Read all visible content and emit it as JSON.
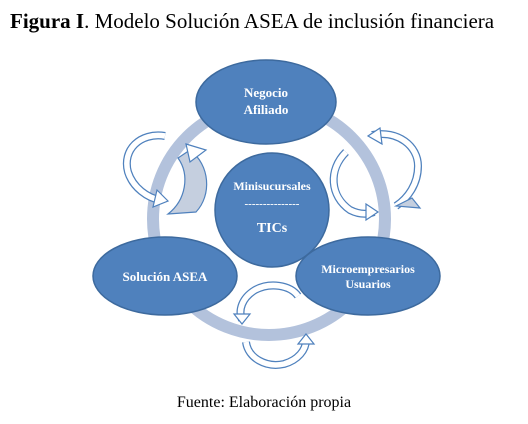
{
  "figure": {
    "label": "Figura I",
    "title": ".  Modelo Solución ASEA de inclusión financiera"
  },
  "diagram": {
    "top_node": {
      "line1": "Negocio",
      "line2": "Afiliado"
    },
    "center_node": {
      "line1": "Minisucursales",
      "divider": "---------------",
      "line2": "TICs"
    },
    "left_node": {
      "line1": "Solución ASEA"
    },
    "right_node": {
      "line1": "Microempresarios",
      "line2": "Usuarios"
    }
  },
  "source": "Fuente: Elaboración propia",
  "colors": {
    "node_fill": "#4f81bd",
    "node_stroke": "#3d6a9e",
    "ring": "#b3c2dc",
    "arrow_fill": "#ffffff",
    "arrow_stroke": "#4f81bd",
    "arrow_shaded": "#c5cfdf"
  }
}
